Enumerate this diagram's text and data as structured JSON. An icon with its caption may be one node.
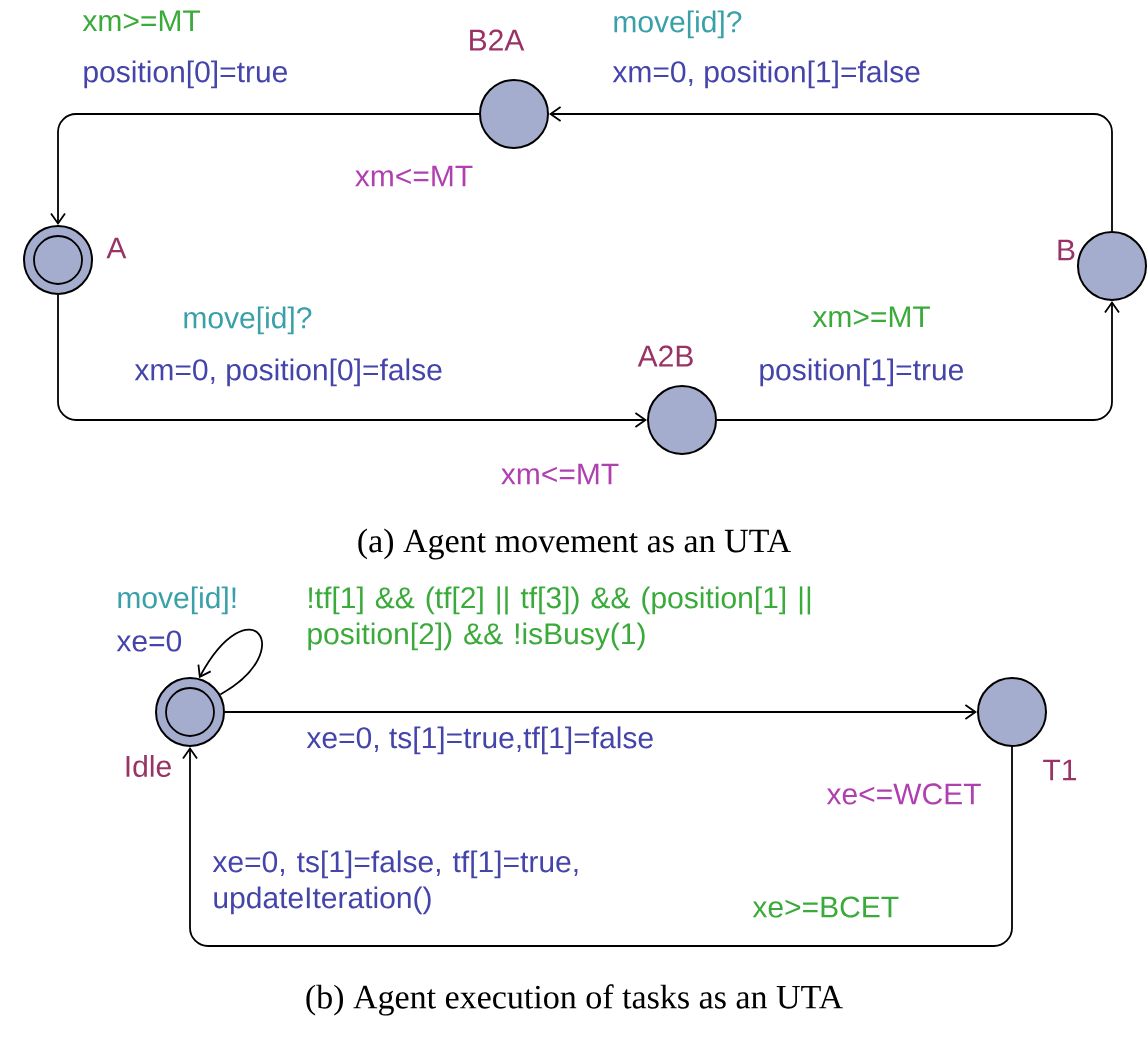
{
  "diagram": {
    "nodes": [
      {
        "text": [
          "A"
        ]
      },
      {
        "text": [
          "B2A"
        ],
        "beside": [
          "xm<=MT"
        ]
      },
      {
        "text": [
          "A2B"
        ],
        "beside": [
          "xm<=MT"
        ]
      },
      {
        "text": [
          "B"
        ]
      },
      {
        "text": [
          "Idle"
        ]
      },
      {
        "text": [
          "T1"
        ],
        "beside": [
          "xe<=WCET"
        ]
      }
    ],
    "edges": [
      {
        "from": 1,
        "to": 0,
        "arrow": "to",
        "label": "xm>=MT"
      },
      {
        "from": 3,
        "to": 1,
        "arrow": "to",
        "label": "move[id]?"
      },
      {
        "from": 0,
        "to": 2,
        "arrow": "to",
        "label": "move[id]?"
      },
      {
        "from": 2,
        "to": 3,
        "arrow": "to",
        "label": "xm>=MT"
      },
      {
        "from": 4,
        "to": 4,
        "arrow": "to",
        "label": "move[id]!"
      },
      {
        "from": 4,
        "to": 5,
        "arrow": "to",
        "label": "!tf[1] && (tf[2] || tf[3]) && (position[1] || position[2]) && !isBusy(1)"
      },
      {
        "from": 5,
        "to": 4,
        "arrow": "to",
        "label": "xe>=BCET"
      }
    ],
    "labels": [
      "position[0]=true",
      "xm=0, position[1]=false",
      "xm=0, position[0]=false",
      "position[1]=true",
      "(a) Agent movement as an UTA",
      "xe=0",
      "xe=0, ts[1]=true,tf[1]=false",
      "xe=0, ts[1]=false, tf[1]=true, updateIteration()",
      "(b) Agent execution of tasks as an UTA"
    ]
  }
}
